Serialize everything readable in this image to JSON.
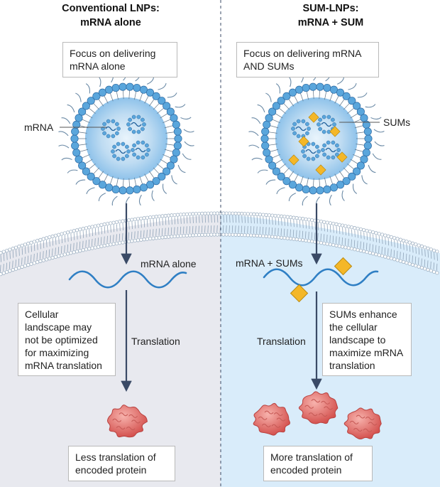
{
  "left": {
    "title_line1": "Conventional LNPs:",
    "title_line2": "mRNA alone",
    "focus_box": [
      "Focus on delivering",
      "mRNA alone"
    ],
    "mrna_label": "mRNA",
    "cargo_label": "mRNA alone",
    "landscape_box": [
      "Cellular",
      "landscape may",
      "not be optimized",
      "for maximizing",
      "mRNA translation"
    ],
    "translation_label": "Translation",
    "result_box": [
      "Less translation of",
      "encoded protein"
    ]
  },
  "right": {
    "title_line1": "SUM-LNPs:",
    "title_line2": "mRNA + SUM",
    "focus_box": [
      "Focus on delivering mRNA",
      "AND SUMs"
    ],
    "sums_label": "SUMs",
    "cargo_label": "mRNA + SUMs",
    "landscape_box": [
      "SUMs enhance",
      "the cellular",
      "landscape to",
      "maximize mRNA",
      "translation"
    ],
    "translation_label": "Translation",
    "result_box": [
      "More translation of",
      "encoded protein"
    ]
  },
  "colors": {
    "left_cytoplasm": "#e8e9ef",
    "right_cytoplasm": "#d9ecfa",
    "lipid_head": "#5aa6dc",
    "mrna": "#2f7fc4",
    "sum_diamond": "#f4b728",
    "protein": "#e4736f",
    "arrow": "#3a4a66"
  }
}
